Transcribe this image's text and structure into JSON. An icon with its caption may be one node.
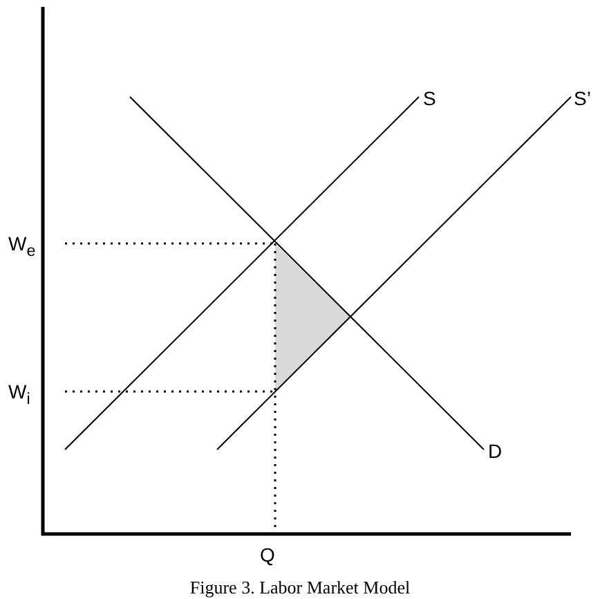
{
  "diagram": {
    "caption": "Figure 3. Labor Market Model",
    "labels": [
      "W$_{e}$",
      "S",
      "S’",
      "W$_{i}$",
      "D",
      "Q"
    ]
  }
}
